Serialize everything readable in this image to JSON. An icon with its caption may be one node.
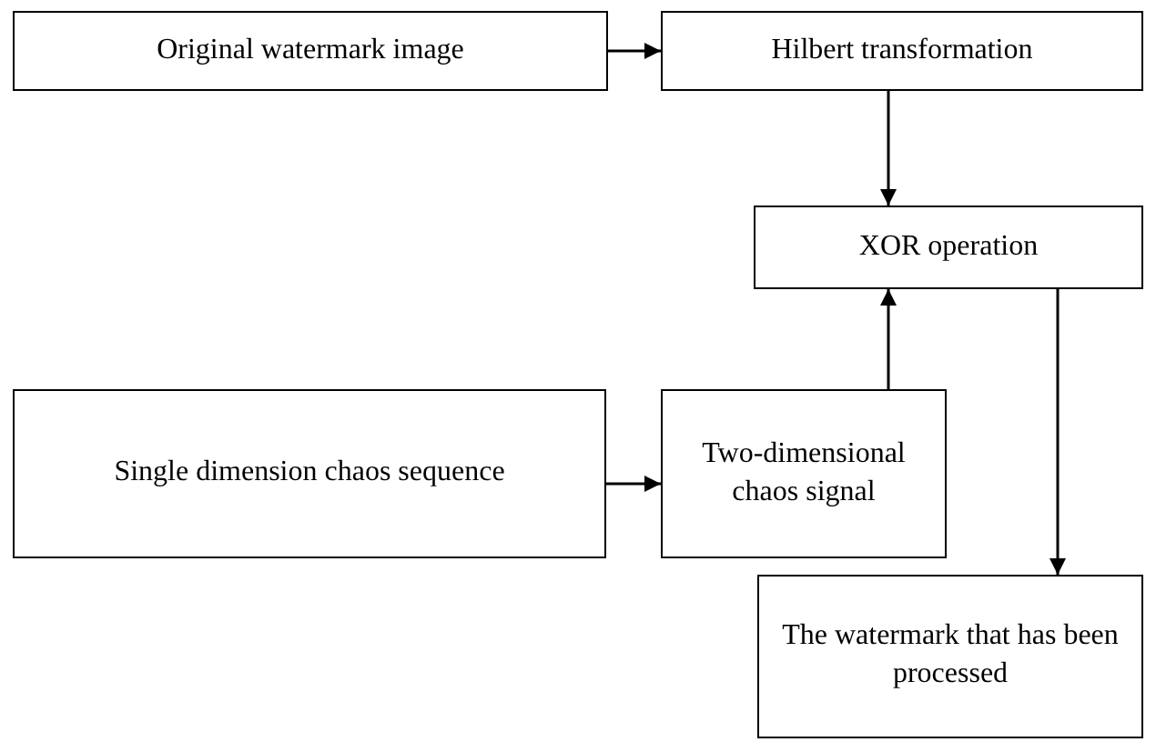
{
  "diagram": {
    "nodes": [
      {
        "text": [
          "Original watermark image"
        ]
      },
      {
        "text": [
          "Hilbert transformation"
        ]
      },
      {
        "text": [
          "XOR operation"
        ]
      },
      {
        "text": [
          "Single dimension chaos sequence"
        ]
      },
      {
        "text": [
          "Two-dimensional chaos signal"
        ]
      },
      {
        "text": [
          "The watermark that has been processed"
        ]
      }
    ],
    "edges": [
      {
        "from": 0,
        "to": 1,
        "arrow": "to"
      },
      {
        "from": 1,
        "to": 2,
        "arrow": "to"
      },
      {
        "from": 3,
        "to": 4,
        "arrow": "to"
      },
      {
        "from": 4,
        "to": 2,
        "arrow": "to"
      },
      {
        "from": 2,
        "to": 5,
        "arrow": "to"
      }
    ]
  }
}
